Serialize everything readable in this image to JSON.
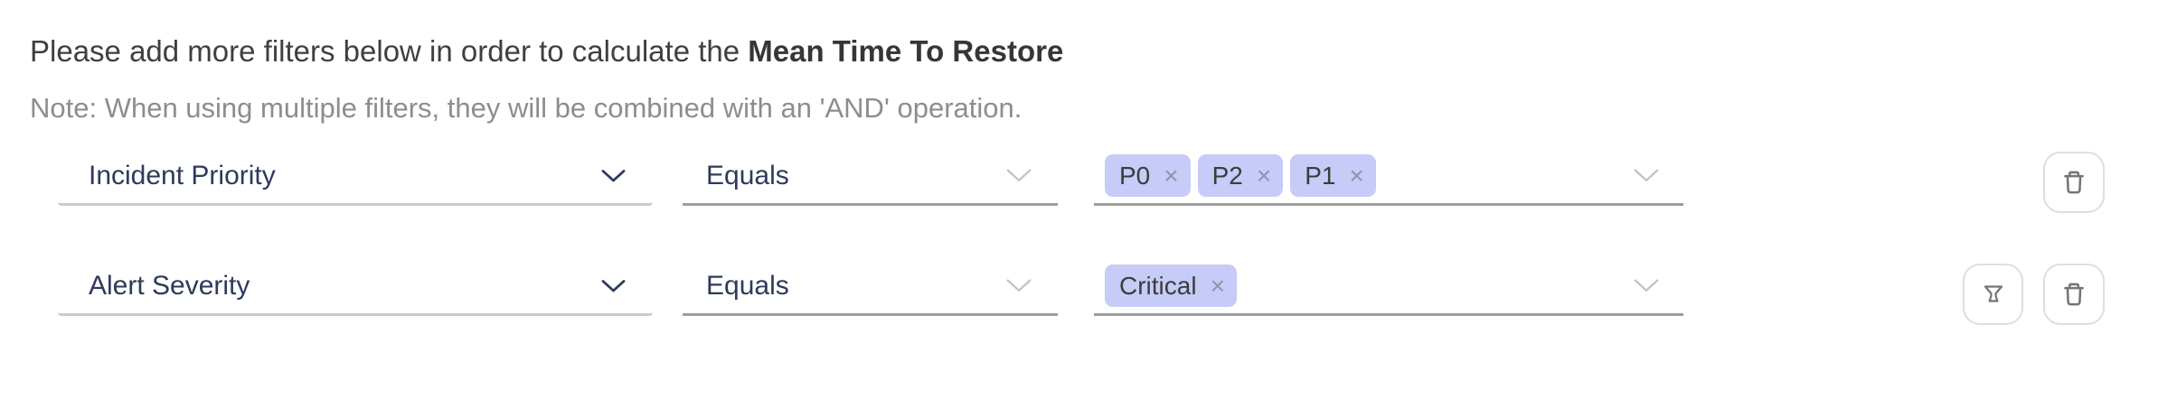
{
  "header": {
    "instruction_prefix": "Please add more filters below in order to calculate the ",
    "metric_name": "Mean Time To Restore",
    "note": "Note: When using multiple filters, they will be combined with an 'AND' operation."
  },
  "filter_rows": [
    {
      "attribute": {
        "label": "Incident Priority",
        "dropdown_icon": "chevron-down-icon"
      },
      "operator": {
        "label": "Equals",
        "dropdown_icon": "chevron-down-icon"
      },
      "values": {
        "tags": [
          {
            "label": "P0"
          },
          {
            "label": "P2"
          },
          {
            "label": "P1"
          }
        ],
        "dropdown_icon": "chevron-down-icon"
      },
      "actions": [
        {
          "name": "delete-filter",
          "icon": "trash-icon"
        }
      ]
    },
    {
      "attribute": {
        "label": "Alert Severity",
        "dropdown_icon": "chevron-down-icon"
      },
      "operator": {
        "label": "Equals",
        "dropdown_icon": "chevron-down-icon"
      },
      "values": {
        "tags": [
          {
            "label": "Critical"
          }
        ],
        "dropdown_icon": "chevron-down-icon"
      },
      "actions": [
        {
          "name": "apply-filter",
          "icon": "funnel-icon"
        },
        {
          "name": "delete-filter",
          "icon": "trash-icon"
        }
      ]
    }
  ],
  "icons": {
    "remove_tag_glyph": "×"
  },
  "colors": {
    "field_text": "#2e3a5c",
    "header_text": "#3f3f3f",
    "note_text": "#8d8d8d",
    "tag_background": "#c6cbf7",
    "tag_text": "#3c3c3c",
    "underline_light": "#cbcbcb",
    "underline_dark": "#9e9e9e",
    "icon_gray": "#757575"
  }
}
